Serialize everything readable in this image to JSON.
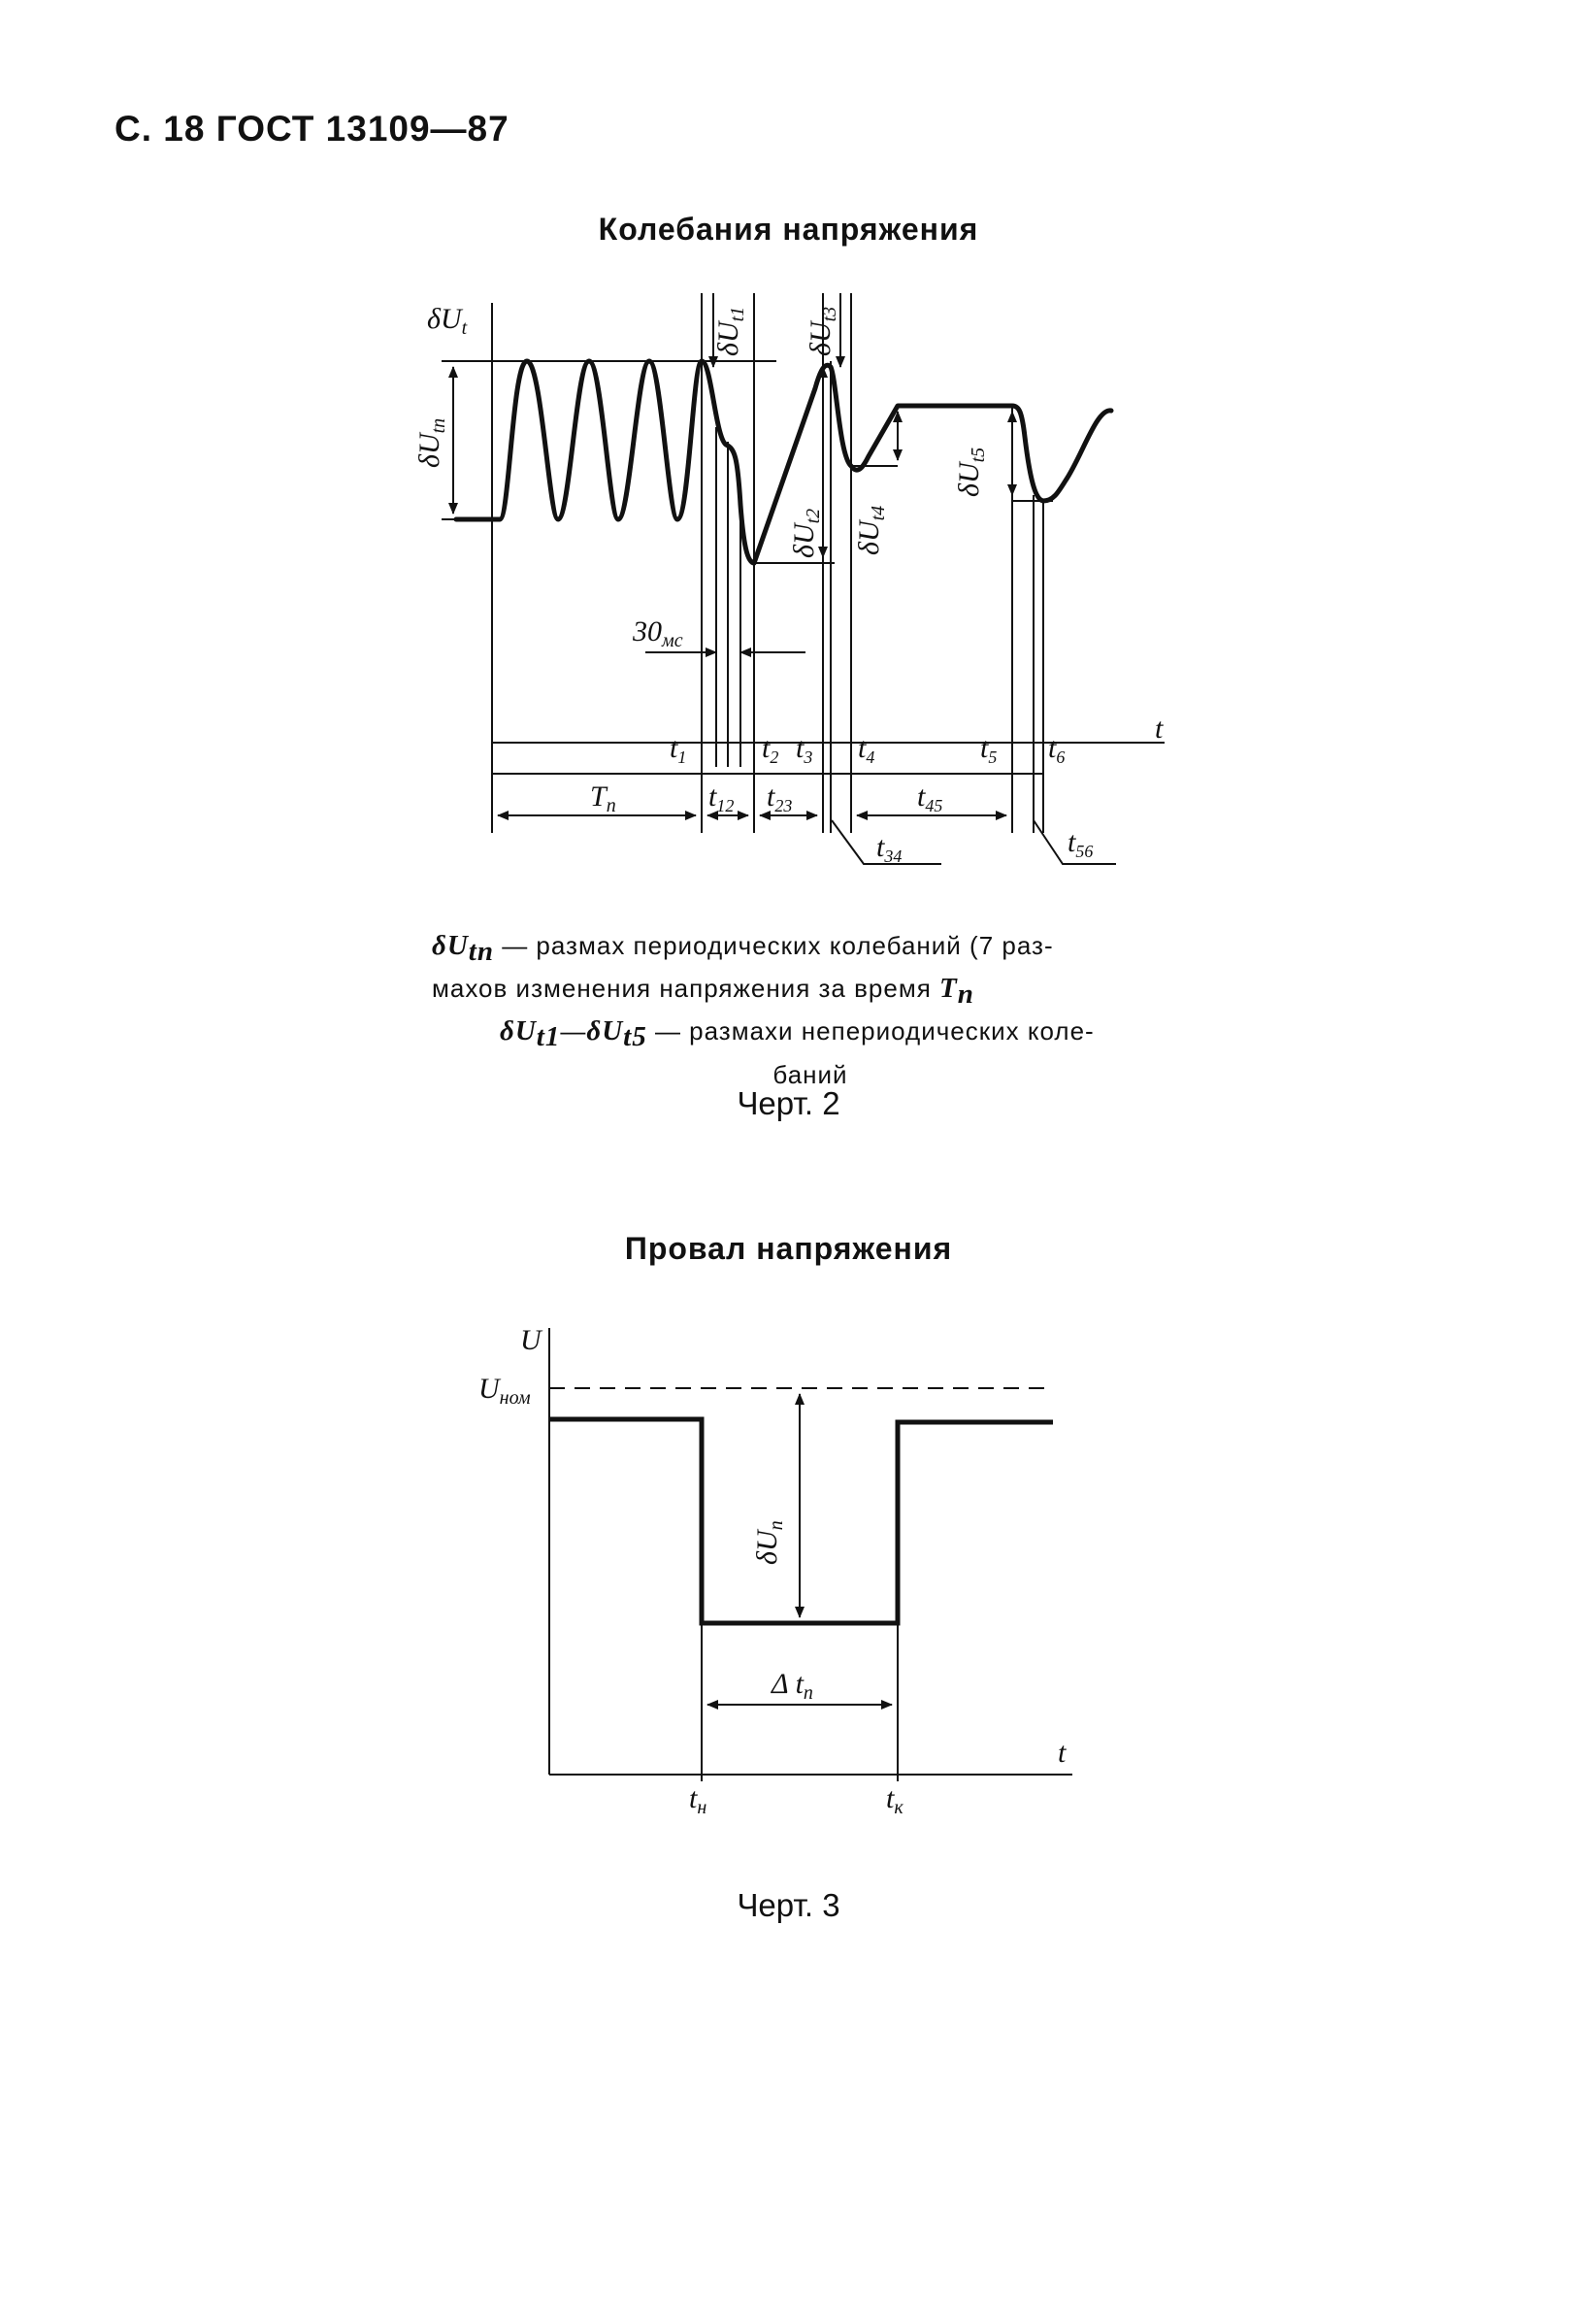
{
  "header": "С. 18 ГОСТ 13109—87",
  "fig2": {
    "title": "Колебания напряжения",
    "labels": {
      "y_axis": "δU",
      "y_axis_sub": "t",
      "x_axis": "t",
      "dUtp": "δU",
      "dUtp_sub": "tп",
      "dUt1": "δU",
      "dUt1_sub": "t1",
      "dUt2": "δU",
      "dUt2_sub": "t2",
      "dUt3": "δU",
      "dUt3_sub": "t3",
      "dUt4": "δU",
      "dUt4_sub": "t4",
      "dUt5": "δU",
      "dUt5_sub": "t5",
      "ms30": "30",
      "ms30_sub": "мс",
      "t1": "t",
      "t1_sub": "1",
      "t2": "t",
      "t2_sub": "2",
      "t3": "t",
      "t3_sub": "3",
      "t4": "t",
      "t4_sub": "4",
      "t5": "t",
      "t5_sub": "5",
      "t6": "t",
      "t6_sub": "6",
      "Tp": "T",
      "Tp_sub": "п",
      "t12": "t",
      "t12_sub": "12",
      "t23": "t",
      "t23_sub": "23",
      "t45": "t",
      "t45_sub": "45",
      "t34": "t",
      "t34_sub": "34",
      "t56": "t",
      "t56_sub": "56"
    },
    "legend": {
      "sym1": "δU",
      "sym1_sub": "tп",
      "line1_text": " — размах периодических колебаний (7 раз-",
      "line2_text": "махов изменения напряжения за время ",
      "line2_sym": "T",
      "line2_sym_sub": "п",
      "sym2a": "δU",
      "sym2a_sub": "t1",
      "dash": "—",
      "sym2b": "δU",
      "sym2b_sub": "t5",
      "line3_text": " — размахи непериодических   коле-",
      "line4_text": "баний"
    },
    "caption": "Черт. 2"
  },
  "fig3": {
    "title": "Провал напряжения",
    "labels": {
      "y_axis": "U",
      "x_axis": "t",
      "U_nom": "U",
      "U_nom_sub": "ном",
      "dU_p": "δU",
      "dU_p_sub": "п",
      "dt_p": "Δ t",
      "dt_p_sub": "п",
      "t_n": "t",
      "t_n_sub": "н",
      "t_k": "t",
      "t_k_sub": "к"
    },
    "caption": "Черт. 3"
  }
}
